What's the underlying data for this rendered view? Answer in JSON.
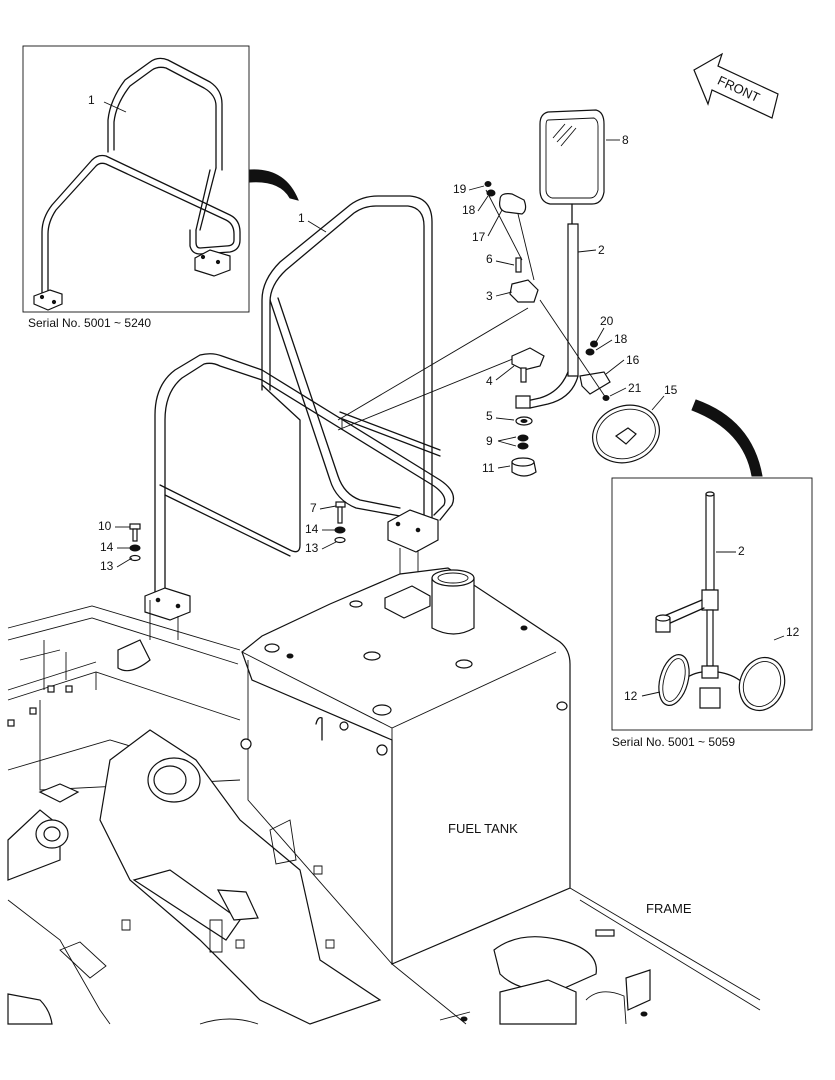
{
  "inset_top": {
    "serial": "Serial No.  5001 ~ 5240",
    "callout": "1"
  },
  "inset_bottom": {
    "serial": "Serial No.  5001 ~ 5059",
    "callouts": [
      "2",
      "12",
      "12"
    ]
  },
  "front_arrow": "FRONT",
  "fuel_tank": "FUEL TANK",
  "frame": "FRAME",
  "callouts": {
    "c1": "1",
    "c2": "2",
    "c3": "3",
    "c4": "4",
    "c5": "5",
    "c6": "6",
    "c7": "7",
    "c8": "8",
    "c9": "9",
    "c10": "10",
    "c11": "11",
    "c13a": "13",
    "c13b": "13",
    "c14a": "14",
    "c14b": "14",
    "c15": "15",
    "c16": "16",
    "c17": "17",
    "c18a": "18",
    "c18b": "18",
    "c19": "19",
    "c20": "20",
    "c21": "21"
  }
}
